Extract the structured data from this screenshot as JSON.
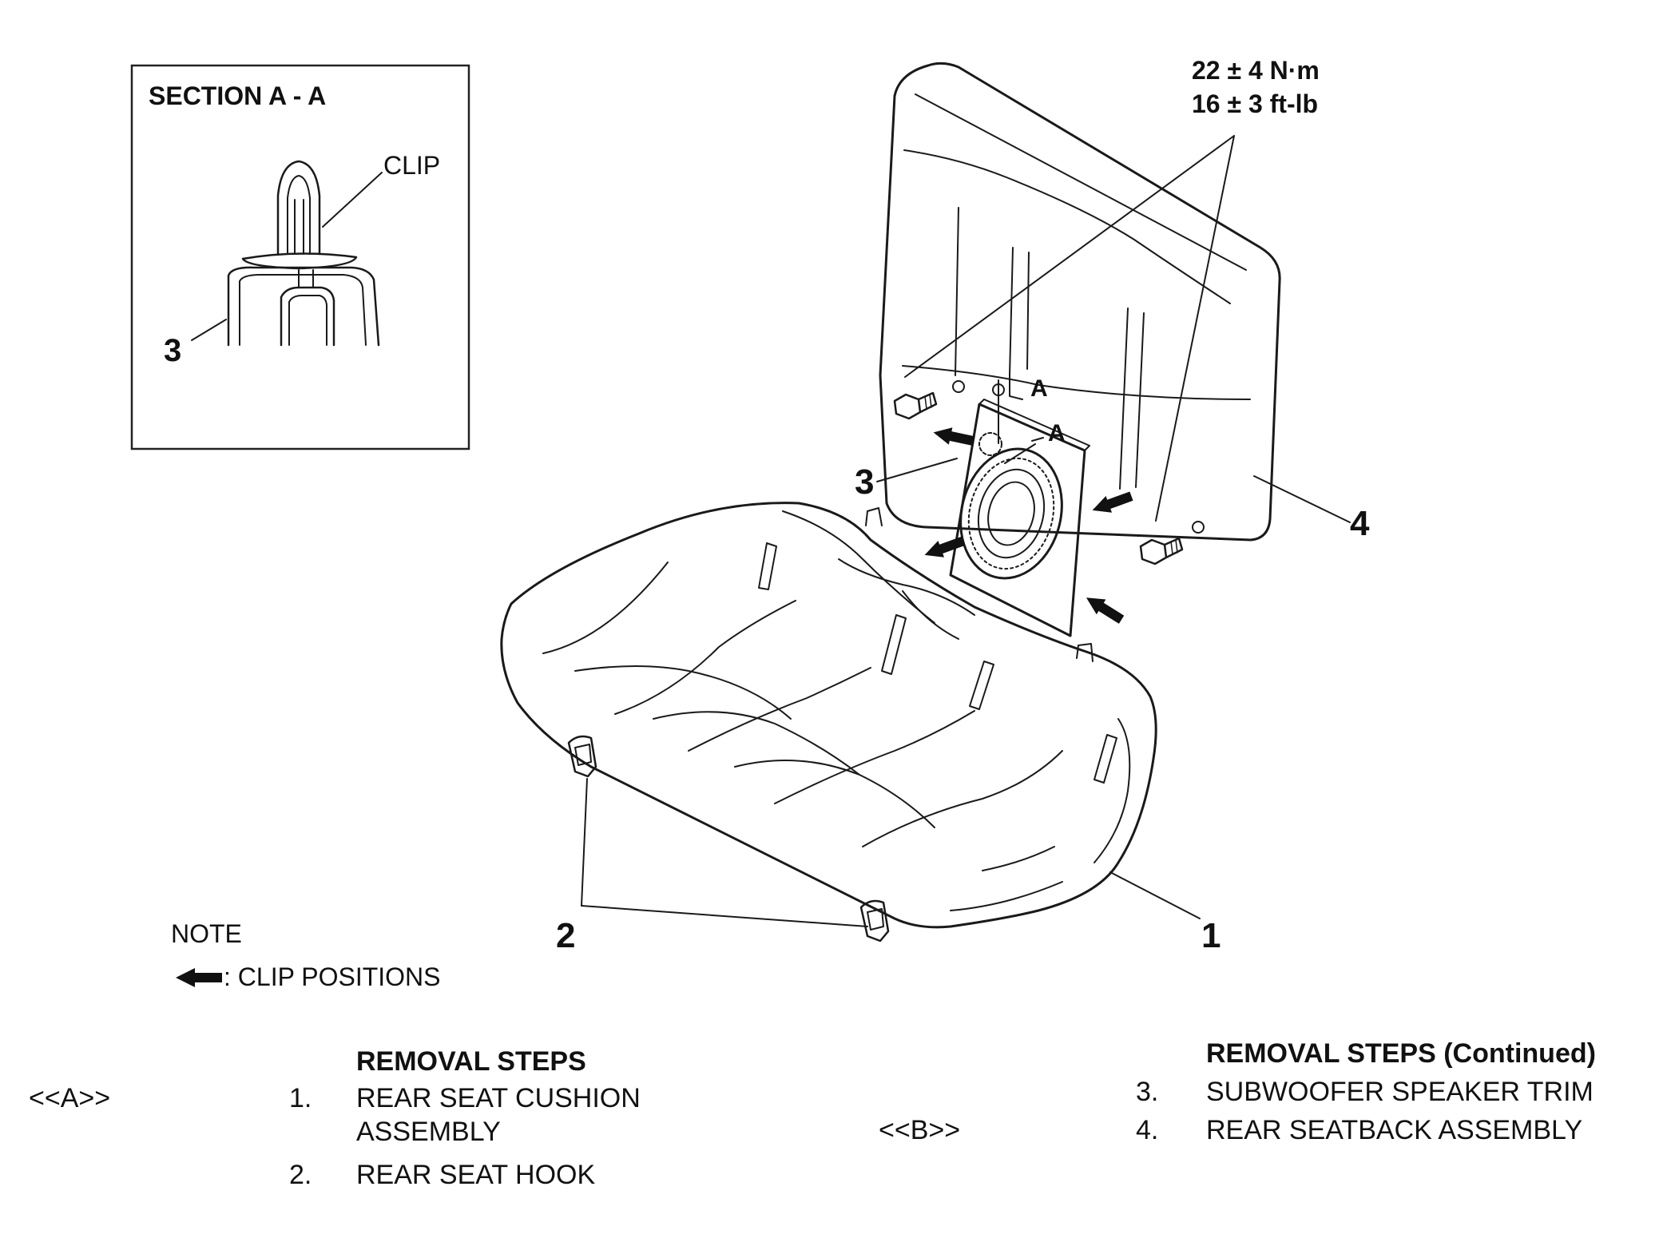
{
  "section_box": {
    "title": "SECTION A - A",
    "clip_label": "CLIP",
    "part_label": "3"
  },
  "torque": {
    "line1": "22 ± 4 N·m",
    "line2": "16 ± 3 ft-lb"
  },
  "callouts": {
    "seat_cushion": "1",
    "seat_hook": "2",
    "speaker_trim": "3",
    "seatback": "4",
    "section_a_upper": "A",
    "section_a_lower": "A"
  },
  "note": {
    "title": "NOTE",
    "legend_text": ": CLIP POSITIONS"
  },
  "removal_steps": {
    "heading": "REMOVAL STEPS",
    "items": [
      {
        "tag": "<<A>>",
        "num": "1.",
        "line1": "REAR SEAT CUSHION",
        "line2": "ASSEMBLY"
      },
      {
        "tag": "",
        "num": "2.",
        "line1": "REAR SEAT HOOK",
        "line2": ""
      }
    ]
  },
  "removal_steps_continued": {
    "heading": "REMOVAL STEPS (Continued)",
    "items": [
      {
        "tag": "",
        "num": "3.",
        "line1": "SUBWOOFER SPEAKER TRIM"
      },
      {
        "tag": "<<B>>",
        "num": "4.",
        "line1": "REAR SEATBACK ASSEMBLY"
      }
    ]
  }
}
